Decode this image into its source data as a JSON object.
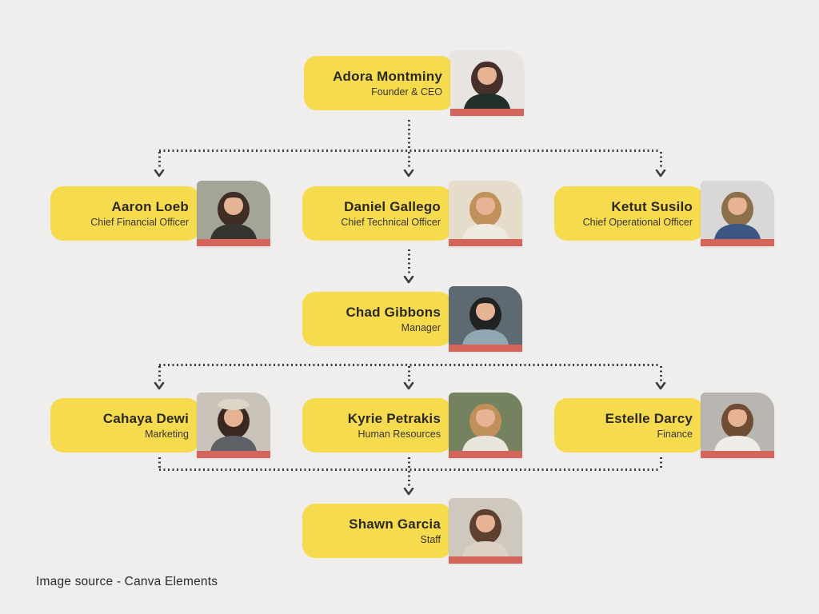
{
  "page": {
    "background": "#efeeec",
    "footer_text": "Image source - Canva Elements"
  },
  "theme": {
    "card_yellow": "#f6db4f",
    "photo_bar_red": "#d4655b",
    "text_dark": "#2d2923",
    "connector_gray": "#3d3d3d"
  },
  "org_chart": {
    "nodes": [
      {
        "name": "Adora Montminy",
        "title": "Founder & CEO",
        "avatar": {
          "bg": "#e7e4e1",
          "hair": "#463029",
          "top": "#232f2b"
        }
      },
      {
        "name": "Aaron Loeb",
        "title": "Chief Financial Officer",
        "avatar": {
          "bg": "#a3a697",
          "hair": "#3f2e26",
          "top": "#35342f"
        }
      },
      {
        "name": "Daniel Gallego",
        "title": "Chief Technical Officer",
        "avatar": {
          "bg": "#e6dccb",
          "hair": "#c1915c",
          "top": "#efeae0"
        }
      },
      {
        "name": "Ketut Susilo",
        "title": "Chief Operational Officer",
        "avatar": {
          "bg": "#d9d8d6",
          "hair": "#8c6f4b",
          "top": "#3d5784"
        }
      },
      {
        "name": "Chad Gibbons",
        "title": "Manager",
        "avatar": {
          "bg": "#5d6a72",
          "hair": "#202322",
          "top": "#93a7b3"
        }
      },
      {
        "name": "Cahaya Dewi",
        "title": "Marketing",
        "avatar": {
          "bg": "#c9c3ba",
          "hair": "#39281f",
          "top": "#5d6166",
          "hat": "#ddd5c6"
        }
      },
      {
        "name": "Kyrie Petrakis",
        "title": "Human Resources",
        "avatar": {
          "bg": "#74825f",
          "hair": "#bf9059",
          "top": "#e9e4dc"
        }
      },
      {
        "name": "Estelle Darcy",
        "title": "Finance",
        "avatar": {
          "bg": "#b9b6b2",
          "hair": "#6f4c33",
          "top": "#efece7"
        }
      },
      {
        "name": "Shawn Garcia",
        "title": "Staff",
        "avatar": {
          "bg": "#cfc8bf",
          "hair": "#5e4030",
          "top": "#ddd3c4"
        }
      }
    ]
  }
}
